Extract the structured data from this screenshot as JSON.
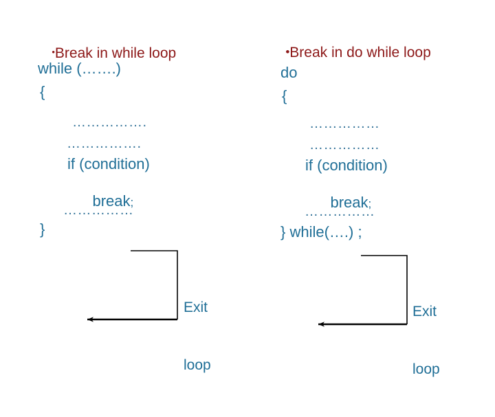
{
  "slide": {
    "background_color": "#ffffff",
    "heading_color": "#8C1717",
    "code_color": "#1F6E96",
    "arrow_color": "#000000"
  },
  "left_column": {
    "bullet": "•",
    "heading": "Break in while loop",
    "code_lines": [
      {
        "text": "while (…….)"
      },
      {
        "text": "{"
      },
      {
        "text": "……………."
      },
      {
        "text": "……………."
      },
      {
        "text": "if (condition)"
      },
      {
        "text": "break"
      },
      {
        "text": ";"
      },
      {
        "text": "……………"
      },
      {
        "text": "}"
      }
    ],
    "while_line": "while (…….)",
    "open_brace": "{",
    "dots_1": "…………….",
    "dots_2": "…………….",
    "if_line": "if (condition)",
    "break_word": "break",
    "break_semicolon": ";",
    "dots_3": "……………",
    "close_brace": "}",
    "exit_line_1": "Exit",
    "exit_line_2": "loop"
  },
  "right_column": {
    "bullet": "•",
    "heading": "Break in do while loop",
    "do_line": "do",
    "open_brace": "{",
    "dots_1": "……………",
    "dots_2": "……………",
    "if_line": "if (condition)",
    "break_word": "break",
    "break_semicolon": ";",
    "dots_3": "……………",
    "close_line": "} while(….) ;",
    "exit_line_1": "Exit",
    "exit_line_2": "loop"
  }
}
